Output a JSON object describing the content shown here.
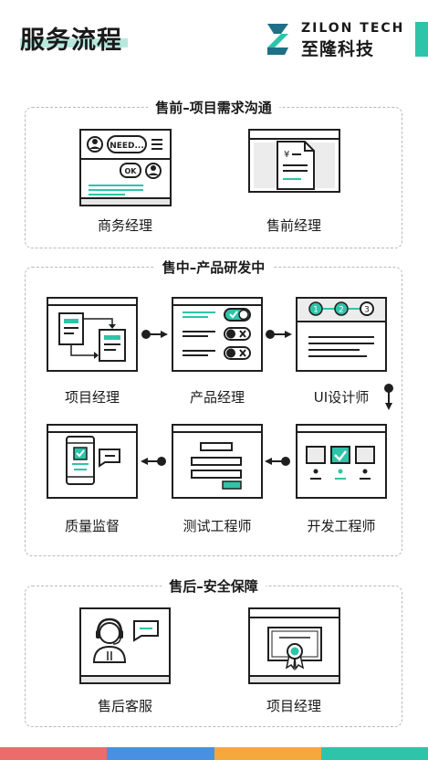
{
  "header": {
    "title": "服务流程",
    "brand_en": "ZILON TECH",
    "brand_cn": "至隆科技"
  },
  "sections": [
    {
      "title": "售前–项目需求沟通",
      "nodes": [
        {
          "label": "商务经理",
          "icon": "chat-window-icon"
        },
        {
          "label": "售前经理",
          "icon": "quote-document-icon"
        }
      ]
    },
    {
      "title": "售中–产品研发中",
      "nodes": [
        {
          "label": "项目经理",
          "icon": "flowchart-window-icon"
        },
        {
          "label": "产品经理",
          "icon": "toggle-list-window-icon"
        },
        {
          "label": "UI设计师",
          "icon": "steps-window-icon"
        },
        {
          "label": "开发工程师",
          "icon": "checkbox-window-icon"
        },
        {
          "label": "测试工程师",
          "icon": "bars-window-icon"
        },
        {
          "label": "质量监督",
          "icon": "phone-window-icon"
        }
      ]
    },
    {
      "title": "售后–安全保障",
      "nodes": [
        {
          "label": "售后客服",
          "icon": "support-headset-icon"
        },
        {
          "label": "项目经理",
          "icon": "certificate-icon"
        }
      ]
    }
  ],
  "icon_text": {
    "need_bubble": "NEED...",
    "ok_bubble": "OK",
    "yen": "¥",
    "steps": [
      "1",
      "2",
      "3"
    ]
  },
  "colors": {
    "accent": "#2ec4a9",
    "ink": "#1f1f1f",
    "bottom_bar": [
      "#ec6b6b",
      "#4a90e2",
      "#f5a93c",
      "#2ec4a9"
    ]
  }
}
